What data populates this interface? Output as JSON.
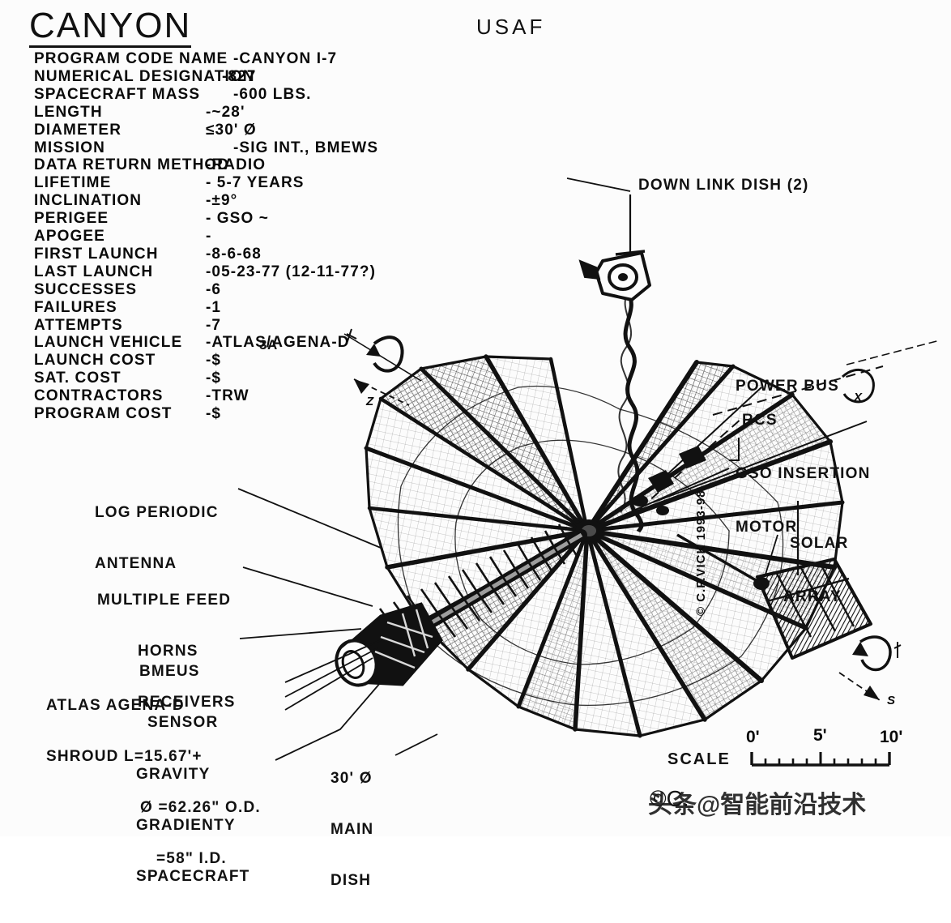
{
  "header": {
    "title": "CANYON",
    "agency": "USAF"
  },
  "specs": [
    {
      "label": "PROGRAM CODE NAME",
      "value": "-CANYON I-7"
    },
    {
      "label": "NUMERICAL DESIGNATION",
      "value": "-827"
    },
    {
      "label": "SPACECRAFT MASS",
      "value": "-600 LBS."
    },
    {
      "label": "LENGTH",
      "value": "-~28'"
    },
    {
      "label": "DIAMETER",
      "value": "≤30' Ø"
    },
    {
      "label": "MISSION",
      "value": "-SIG INT., BMEWS"
    },
    {
      "label": "DATA RETURN METHOD",
      "value": "-RADIO"
    },
    {
      "label": "LIFETIME",
      "value": "- 5-7 YEARS"
    },
    {
      "label": "INCLINATION",
      "value": "-±9°"
    },
    {
      "label": "PERIGEE",
      "value": "- GSO ~"
    },
    {
      "label": "APOGEE",
      "value": "-"
    },
    {
      "label": "FIRST LAUNCH",
      "value": "-8-6-68"
    },
    {
      "label": "LAST LAUNCH",
      "value": "-05-23-77 (12-11-77?)"
    },
    {
      "label": "SUCCESSES",
      "value": "-6"
    },
    {
      "label": "FAILURES",
      "value": "-1"
    },
    {
      "label": "ATTEMPTS",
      "value": "-7"
    },
    {
      "label": "LAUNCH VEHICLE",
      "value": "-ATLAS/AGENA-D"
    },
    {
      "label": "LAUNCH COST",
      "value": "-$"
    },
    {
      "label": "SAT. COST",
      "value": "-$"
    },
    {
      "label": "CONTRACTORS",
      "value": "-TRW"
    },
    {
      "label": "PROGRAM COST",
      "value": "-$"
    }
  ],
  "annotations": {
    "atlas_stage": "3A",
    "downlink_dish": "DOWN LINK DISH (2)",
    "power_bus": "POWER BUS",
    "rcs": "RCS",
    "gso_motor_line1": "GSO INSERTION",
    "gso_motor_line2": "MOTOR",
    "solar_array_line1": "SOLAR",
    "solar_array_line2": "ARRAY",
    "log_periodic_line1": "LOG PERIODIC",
    "log_periodic_line2": "ANTENNA",
    "feed_line1": "MULTIPLE FEED",
    "feed_line2": "HORNS",
    "feed_line3": "RECEIVERS",
    "bmeus_line1": "BMEUS",
    "bmeus_line2": "SENSOR",
    "shroud_line1": "ATLAS AGENA-D",
    "shroud_line2": "SHROUD L=15.67'+",
    "shroud_line3": "Ø =62.26\" O.D.",
    "shroud_line4": "=58\" I.D.",
    "gravity_line1": "GRAVITY",
    "gravity_line2": "GRADIENTY",
    "gravity_line3": "SPACECRAFT",
    "main_dish_line1": "30' Ø",
    "main_dish_line2": "MAIN",
    "main_dish_line3": "DISH"
  },
  "scale": {
    "label": "SCALE",
    "ticks": [
      "0'",
      "5'",
      "10'"
    ],
    "minor_tick_count": 10
  },
  "axes": {
    "z_left": "Z",
    "x_right": "X",
    "s_bottom": "S"
  },
  "credit": {
    "signature": "© C.P.VICK 1993-98",
    "copyright": "©C.",
    "watermark": "头条@智能前沿技术"
  },
  "colors": {
    "ink": "#111111",
    "paper": "#fcfcfc"
  }
}
